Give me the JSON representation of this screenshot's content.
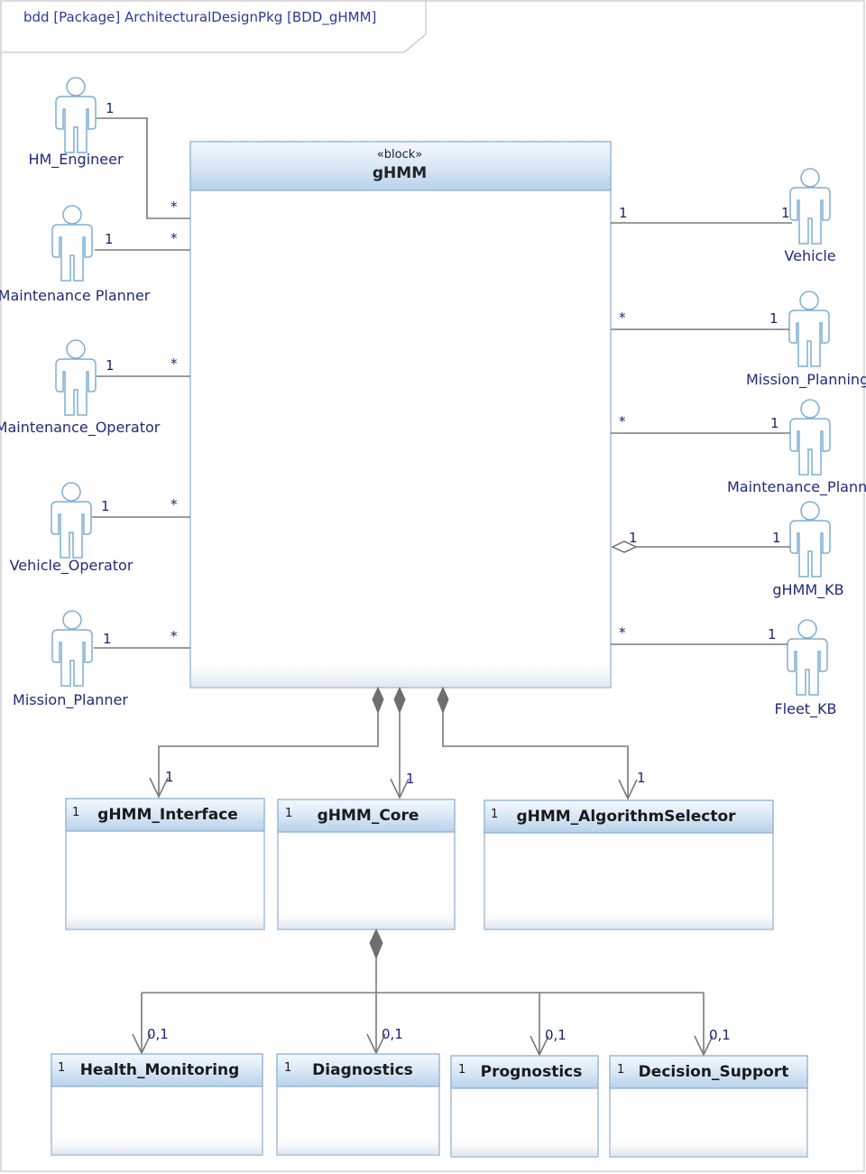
{
  "frame": {
    "title": "bdd [Package] ArchitecturalDesignPkg [BDD_gHMM]"
  },
  "main_block": {
    "stereotype": "«block»",
    "name": "gHMM"
  },
  "left_actors": [
    {
      "name": "HM_Engineer",
      "actor_mult": "1",
      "block_mult": "*"
    },
    {
      "name": "Maintenance Planner",
      "actor_mult": "1",
      "block_mult": "*"
    },
    {
      "name": "Maintenance_Operator",
      "actor_mult": "1",
      "block_mult": "*"
    },
    {
      "name": "Vehicle_Operator",
      "actor_mult": "1",
      "block_mult": "*"
    },
    {
      "name": "Mission_Planner",
      "actor_mult": "1",
      "block_mult": "*"
    }
  ],
  "right_actors": [
    {
      "name": "Vehicle",
      "actor_mult": "1",
      "block_mult": "1"
    },
    {
      "name": "Mission_Planning",
      "actor_mult": "1",
      "block_mult": "*"
    },
    {
      "name": "Maintenance_Planner",
      "actor_mult": "1",
      "block_mult": "*"
    },
    {
      "name": "gHMM_KB",
      "actor_mult": "1",
      "block_mult": "1"
    },
    {
      "name": "Fleet_KB",
      "actor_mult": "1",
      "block_mult": "*"
    }
  ],
  "parts": [
    {
      "name": "gHMM_Interface",
      "mult": "1",
      "end_mult": "1"
    },
    {
      "name": "gHMM_Core",
      "mult": "1",
      "end_mult": "1"
    },
    {
      "name": "gHMM_AlgorithmSelector",
      "mult": "1",
      "end_mult": "1"
    }
  ],
  "core_parts": [
    {
      "name": "Health_Monitoring",
      "mult": "1",
      "end_mult": "0,1"
    },
    {
      "name": "Diagnostics",
      "mult": "1",
      "end_mult": "0,1"
    },
    {
      "name": "Prognostics",
      "mult": "1",
      "end_mult": "0,1"
    },
    {
      "name": "Decision_Support",
      "mult": "1",
      "end_mult": "0,1"
    }
  ]
}
